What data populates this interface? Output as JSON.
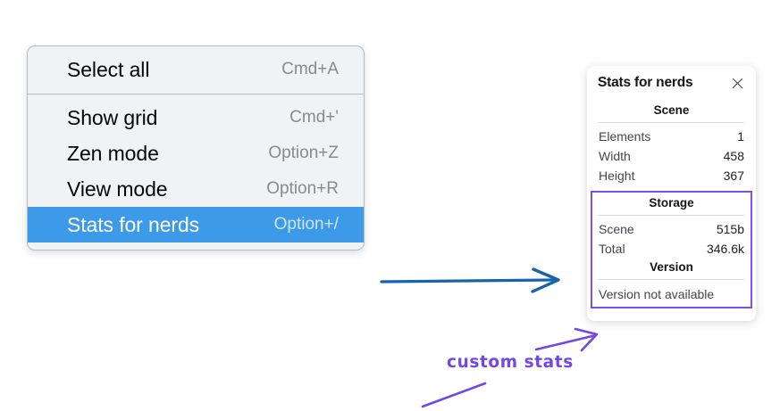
{
  "context_menu": {
    "groups": [
      {
        "items": [
          {
            "label": "Select all",
            "shortcut": "Cmd+A",
            "selected": false
          }
        ]
      },
      {
        "items": [
          {
            "label": "Show grid",
            "shortcut": "Cmd+'",
            "selected": false
          },
          {
            "label": "Zen mode",
            "shortcut": "Option+Z",
            "selected": false
          },
          {
            "label": "View mode",
            "shortcut": "Option+R",
            "selected": false
          },
          {
            "label": "Stats for nerds",
            "shortcut": "Option+/",
            "selected": true
          }
        ]
      }
    ],
    "highlight_color": "#3d9ae8"
  },
  "stats_panel": {
    "title": "Stats for nerds",
    "close_icon": "close-icon",
    "scene": {
      "heading": "Scene",
      "rows": [
        {
          "name": "Elements",
          "value": "1"
        },
        {
          "name": "Width",
          "value": "458"
        },
        {
          "name": "Height",
          "value": "367"
        }
      ]
    },
    "storage": {
      "heading": "Storage",
      "rows": [
        {
          "name": "Scene",
          "value": "515b"
        },
        {
          "name": "Total",
          "value": "346.6k"
        }
      ]
    },
    "version": {
      "heading": "Version",
      "text": "Version not available"
    },
    "highlight_border_color": "#7950f2"
  },
  "annotations": {
    "label": "custom stats",
    "label_color": "#7048e8",
    "blue_arrow_color": "#1864ab",
    "purple_arrow_color": "#7048e8"
  }
}
